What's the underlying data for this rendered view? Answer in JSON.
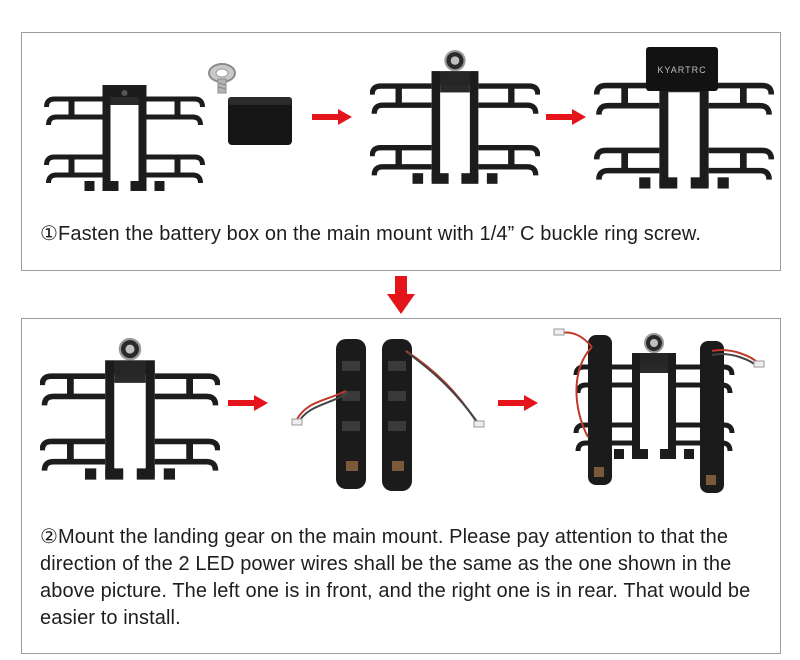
{
  "colors": {
    "arrow": "#e3141a",
    "part": "#1c1c1c",
    "border": "#9c9c9c"
  },
  "step1": {
    "caption": "①Fasten the battery box on the main mount with 1/4” C buckle ring screw.",
    "battery_box_label": "KYARTRC"
  },
  "step2": {
    "caption": "②Mount the landing gear on the main mount. Please pay attention to that the direction of the 2 LED power wires shall be the same as the one shown in the above picture. The left one is in front, and the right one is in rear. That would be easier to install."
  }
}
